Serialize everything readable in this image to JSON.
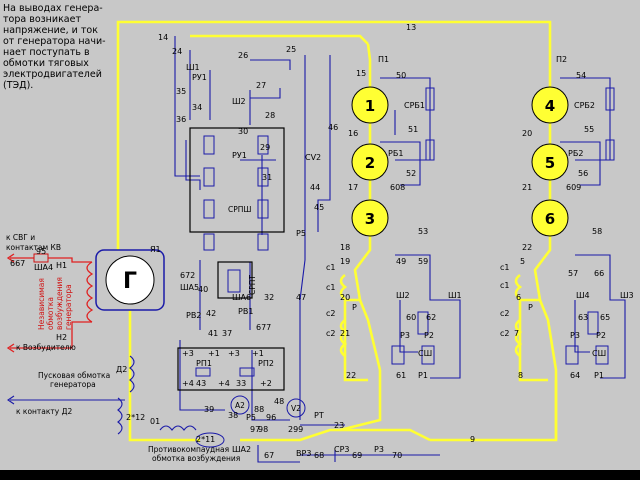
{
  "intro_text": "На выводах генера-\nтора возникает\nнапряжение, и ток\nот генератора начи-\nнает поступать в\nобмотки тяговых\nэлектродвигателей\n(ТЭД).",
  "generator": {
    "symbol": "Г"
  },
  "motors": [
    {
      "number": "1"
    },
    {
      "number": "2"
    },
    {
      "number": "3"
    },
    {
      "number": "4"
    },
    {
      "number": "5"
    },
    {
      "number": "6"
    }
  ],
  "components": {
    "srpsh": "СРПШ",
    "srpt": "СРПТ",
    "ammeter": "А2",
    "voltmeter": "V2"
  },
  "labels": {
    "w14": "14",
    "w13": "13",
    "w24": "24",
    "sh1": "Ш1",
    "ru1": "РУ1",
    "w26": "26",
    "w25": "25",
    "w27": "27",
    "sh2": "Ш2",
    "w28": "28",
    "w35": "35",
    "w34": "34",
    "w36": "36",
    "w30": "30",
    "ru1b": "РУ1",
    "w29": "29",
    "w31": "31",
    "w46": "46",
    "cv2": "СV2",
    "w44": "44",
    "w45": "45",
    "p5": "Р5",
    "w47": "47",
    "p1": "П1",
    "p2": "П2",
    "w15": "15",
    "w50": "50",
    "w54": "54",
    "w16": "16",
    "w20": "20",
    "w17": "17",
    "w21": "21",
    "w18": "18",
    "w22": "22",
    "srb1": "СРБ1",
    "srb2": "СРБ2",
    "w51": "51",
    "w55": "55",
    "rb1": "РБ1",
    "rb2": "РБ2",
    "w52": "52",
    "w56": "56",
    "w608": "608",
    "w609": "609",
    "w53": "53",
    "w58": "58",
    "w49": "49",
    "w59": "59",
    "w57": "57",
    "w66": "66",
    "w19": "19",
    "c1a": "с1",
    "c1b": "с1",
    "w5": "5",
    "c1c": "с1",
    "c1d": "с1",
    "w20b": "20",
    "w6": "6",
    "p1b": "Р",
    "p2b": "Р",
    "sh2b": "Ш2",
    "sh1b": "Ш1",
    "sh4": "Ш4",
    "sh3": "Ш3",
    "w60": "60",
    "w62": "62",
    "w63": "63",
    "w65": "65",
    "c2a": "с2",
    "c2b": "с2",
    "w21b": "21",
    "w7": "7",
    "c2c": "с2",
    "c2d": "с2",
    "r3": "Р3",
    "r2": "Р2",
    "r3b": "Р3",
    "r2b": "Р2",
    "ssh": "СШ",
    "ssh2": "СШ",
    "w22b": "22",
    "w8": "8",
    "w61": "61",
    "r1": "Р1",
    "w64": "64",
    "r1b": "Р1",
    "ya1": "Я1",
    "h1": "Н1",
    "h2": "Н2",
    "w95": "95",
    "w667": "667",
    "sha4": "ША4",
    "d2": "Д2",
    "w2x12": "2*12",
    "w01": "01",
    "w2x11": "2*11",
    "ps5": "ША5",
    "rv2": "РВ2",
    "w672": "672",
    "w40": "40",
    "w42": "42",
    "sha6": "ША6",
    "rv1": "РВ1",
    "w32": "32",
    "w677": "677",
    "w41": "41",
    "w37": "37",
    "pl3a": "+3",
    "pl1a": "+1",
    "pl3b": "+3",
    "pl1b": "+1",
    "rp1": "РП1",
    "rp2": "РП2",
    "pl4a": "+4",
    "w43": "43",
    "pl4b": "+4",
    "w33": "33",
    "pl2": "+2",
    "w39": "39",
    "w38": "38",
    "r4": "Р5",
    "w88": "88",
    "w97": "97",
    "w48": "48",
    "w96": "96",
    "w98": "98",
    "w299": "299",
    "rt": "РТ",
    "w23": "23",
    "sha2": "ША2",
    "w67": "67",
    "vr3": "ВР3",
    "w68": "68",
    "sr3": "СР3",
    "w69": "69",
    "r3c": "Р3",
    "w70": "70",
    "w9": "9"
  },
  "side_labels": {
    "to_svg": "к СВГ и",
    "kv_contacts": "контактам КВ",
    "to_exciter": "к Возбудителю",
    "start_winding_1": "Пусковая обмотка",
    "start_winding_2": "генератора",
    "to_d2": "к контакту Д2",
    "anticompound_1": "Противокомпаудная",
    "anticompound_2": "обмотка возбуждения",
    "indep_1": "Независимая",
    "indep_2": "обмотка",
    "indep_3": "возбуждения",
    "indep_4": "генератора"
  }
}
